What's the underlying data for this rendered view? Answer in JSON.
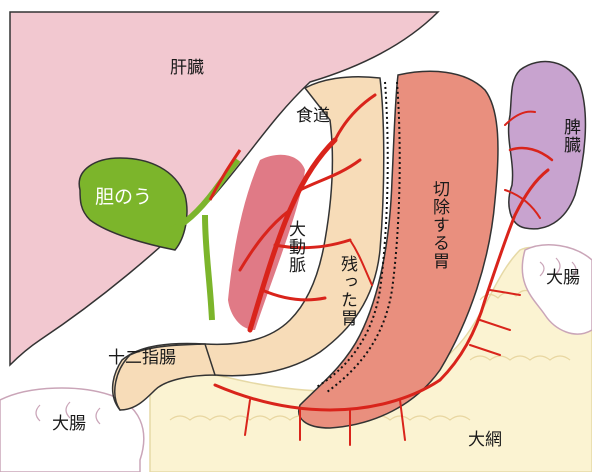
{
  "labels": {
    "liver": "肝臓",
    "gallbladder": "胆のう",
    "esophagus": "食道",
    "aorta": "大動脈",
    "remaining_stomach": "残った胃",
    "resected_stomach": "切除する胃",
    "spleen": "脾臓",
    "duodenum": "十二指腸",
    "large_intestine_right": "大腸",
    "large_intestine_left": "大腸",
    "omentum": "大網"
  },
  "colors": {
    "liver": "#f2c8d0",
    "gallbladder": "#7cb52b",
    "stomach": "#f7dcb8",
    "resected": "#e98f7e",
    "spleen": "#c8a3cf",
    "vessel": "#d9241b",
    "aorta_shadow": "#e07a86",
    "omentum": "#fbf3d2"
  }
}
